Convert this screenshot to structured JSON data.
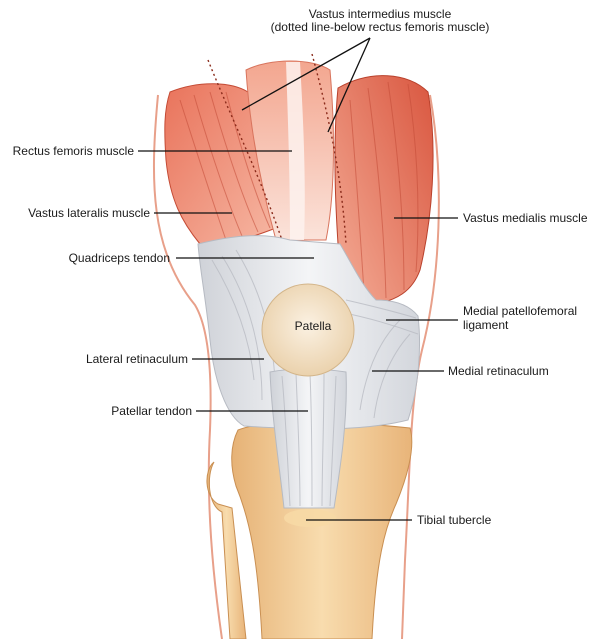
{
  "labels": {
    "vastus_intermedius_line1": "Vastus intermedius muscle",
    "vastus_intermedius_line2": "(dotted line-below rectus femoris muscle)",
    "rectus_femoris": "Rectus femoris muscle",
    "vastus_lateralis": "Vastus lateralis muscle",
    "vastus_medialis": "Vastus medialis muscle",
    "quadriceps_tendon": "Quadriceps tendon",
    "patella": "Patella",
    "medial_patellofemoral_line1": "Medial patellofemoral",
    "medial_patellofemoral_line2": "ligament",
    "lateral_retinaculum": "Lateral retinaculum",
    "medial_retinaculum": "Medial retinaculum",
    "patellar_tendon": "Patellar tendon",
    "tibial_tubercle": "Tibial tubercle"
  },
  "colors": {
    "muscle": "#e0614a",
    "muscle_light": "#f2a893",
    "tendon": "#e4e6ea",
    "patella": "#f1dfc4",
    "bone": "#f0c98e",
    "skin_line": "#e8a08a"
  }
}
